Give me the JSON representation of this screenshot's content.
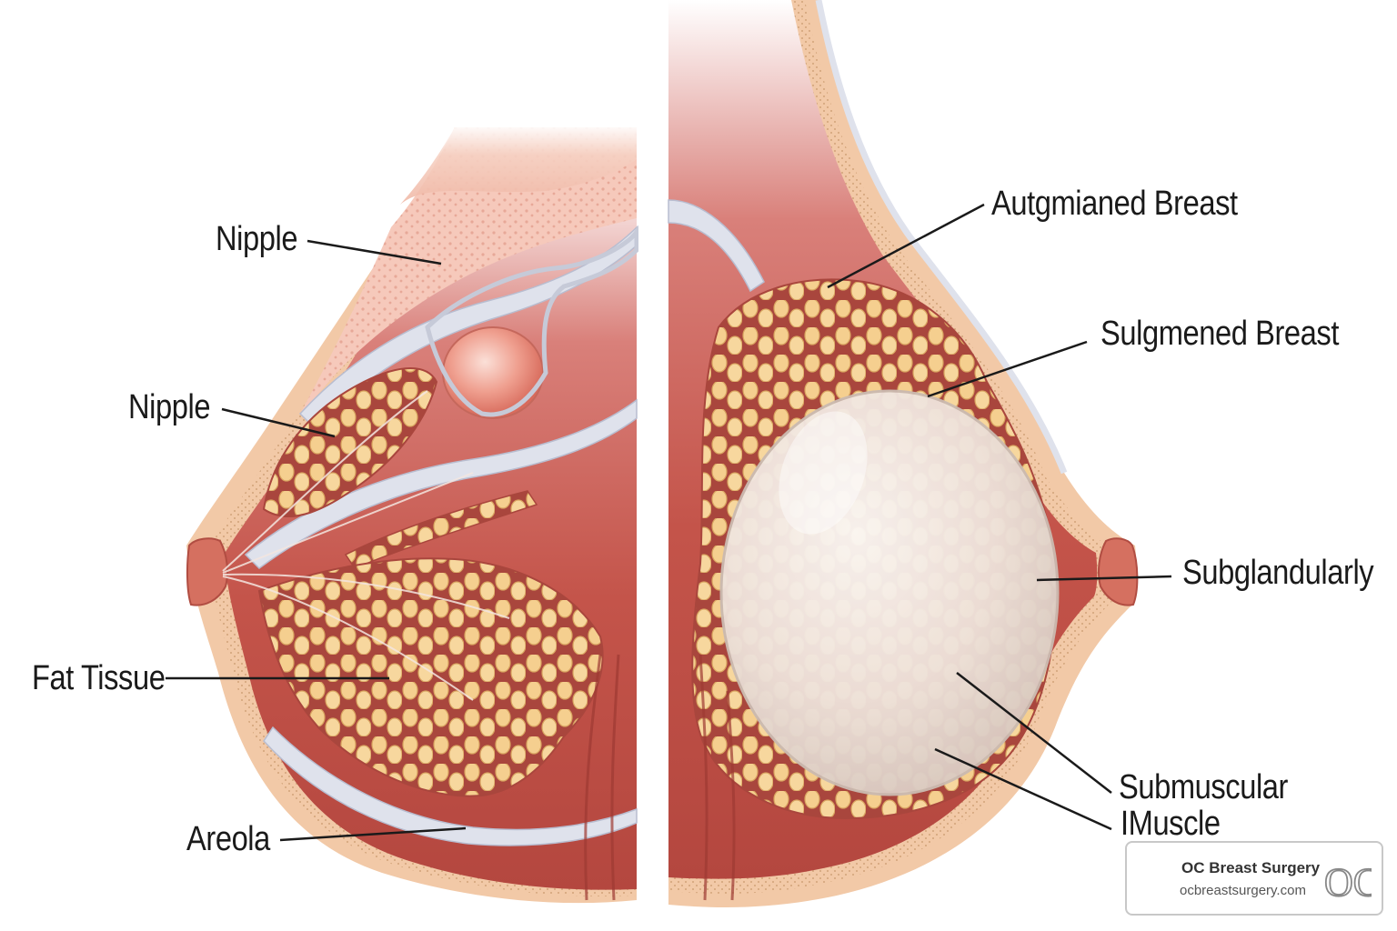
{
  "labels": {
    "left_top": "Nipple",
    "left_mid": "Nipple",
    "left_fat": "Fat Tissue",
    "left_areola": "Areola",
    "right_augmented": "Autgmianed Breast",
    "right_sulgmened": "Sulgmened Breast",
    "right_subglandular": "Subglandularly",
    "right_submuscular": "Submuscular",
    "right_muscle": "IMuscle"
  },
  "logo": {
    "name": "OC Breast Surgery",
    "url": "ocbreastsurgery.com",
    "monogram": "OC"
  },
  "colors": {
    "muscle": "#c4544a",
    "muscle_dark": "#9e3a33",
    "skin": "#f2c9a7",
    "fat": "#f5cf8f",
    "fascia": "#d8dde8",
    "implant": "#eee5df"
  }
}
